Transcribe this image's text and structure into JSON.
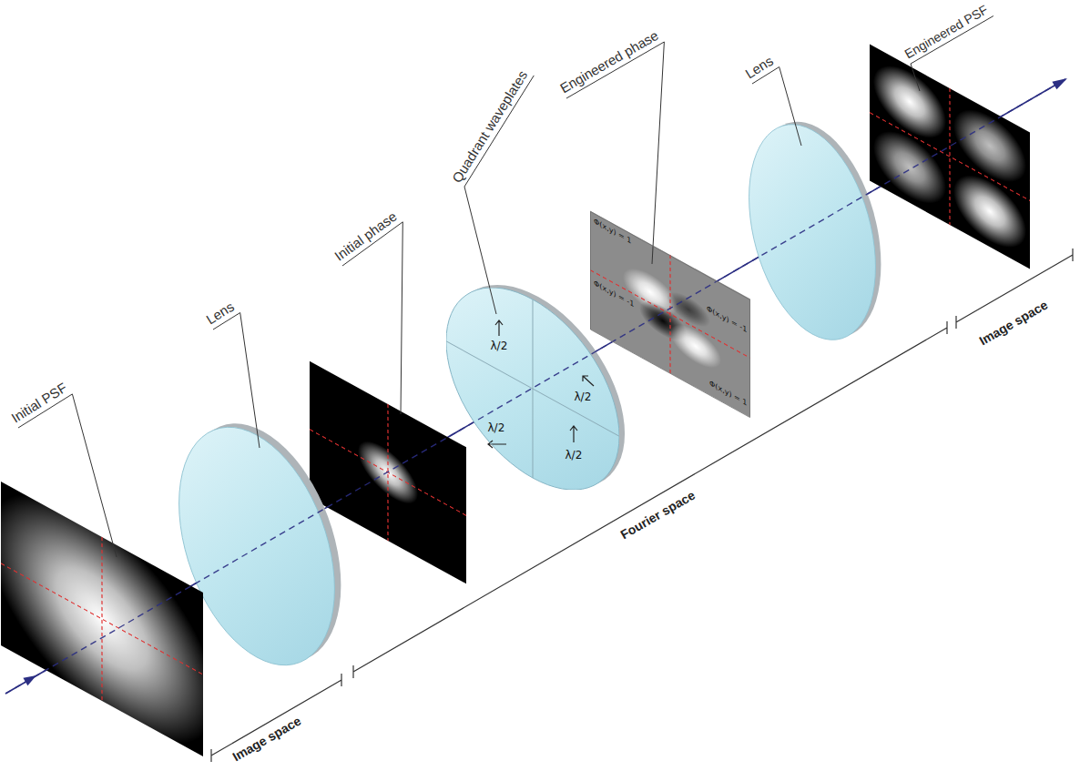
{
  "diagram": {
    "nodes": [
      {
        "text": [
          "λ/2",
          "λ/2",
          "λ/2",
          "λ/2"
        ]
      },
      {
        "text": [
          "Φ(x,y) = 1",
          "Φ(x,y) = -1",
          "Φ(x,y) = -1",
          "Φ(x,y) = 1"
        ]
      }
    ],
    "labels": [
      "Initial PSF",
      "Lens",
      "Initial phase",
      "Quadrant waveplates",
      "Engineered phase",
      "Lens",
      "Engineered PSF",
      "Image space",
      "Fourier space",
      "Image space"
    ]
  }
}
